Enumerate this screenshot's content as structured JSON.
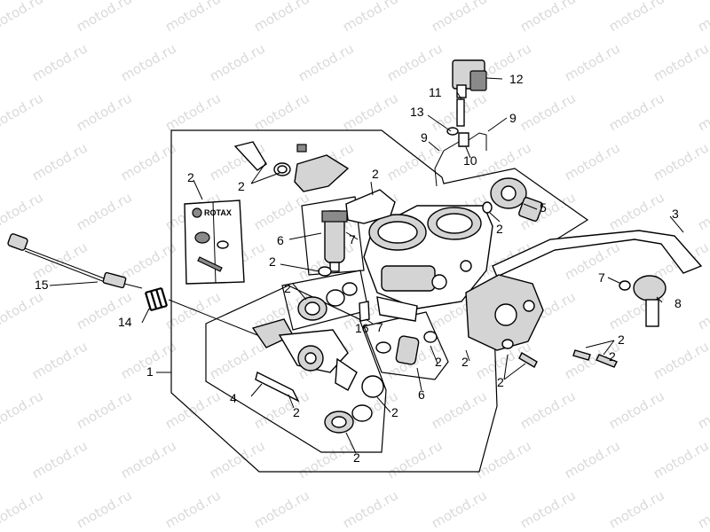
{
  "watermark": {
    "text": "motod.ru",
    "color": "#dadada"
  },
  "logo": {
    "brand_text": "ROTAX"
  },
  "callouts": {
    "c_1": "1",
    "c_2_booklet": "2",
    "c_2_bolt": "2",
    "c_2_bracket": "2",
    "c_2_injector_seal": "2",
    "c_2_sensor5": "2",
    "c_2_springs_top": "2",
    "c_2_linkage": "2",
    "c_2_springs_bottom": "2",
    "c_2_spring_right": "2",
    "c_2_injector_low": "2",
    "c_2_body_low": "2",
    "c_2_plate_a": "2",
    "c_2_plate_b": "2",
    "c_2_plate_c": "2",
    "c_3": "3",
    "c_4": "4",
    "c_5": "5",
    "c_6_upper": "6",
    "c_6_lower": "6",
    "c_7_upper": "7",
    "c_7_lower": "7",
    "c_7_right": "7",
    "c_8": "8",
    "c_9_left": "9",
    "c_9_right": "9",
    "c_10": "10",
    "c_11": "11",
    "c_12": "12",
    "c_13": "13",
    "c_14": "14",
    "c_15": "15",
    "c_16": "16"
  },
  "icons": {
    "logo": "rotax-logo-icon",
    "throttle_body": "throttle-body-icon",
    "sensor": "throttle-position-sensor-icon",
    "regulator": "pressure-regulator-icon",
    "injector": "fuel-injector-icon",
    "cable": "throttle-cable-icon",
    "spring": "spring-icon",
    "hose": "fuel-hose-icon",
    "map_sensor": "map-sensor-icon"
  }
}
